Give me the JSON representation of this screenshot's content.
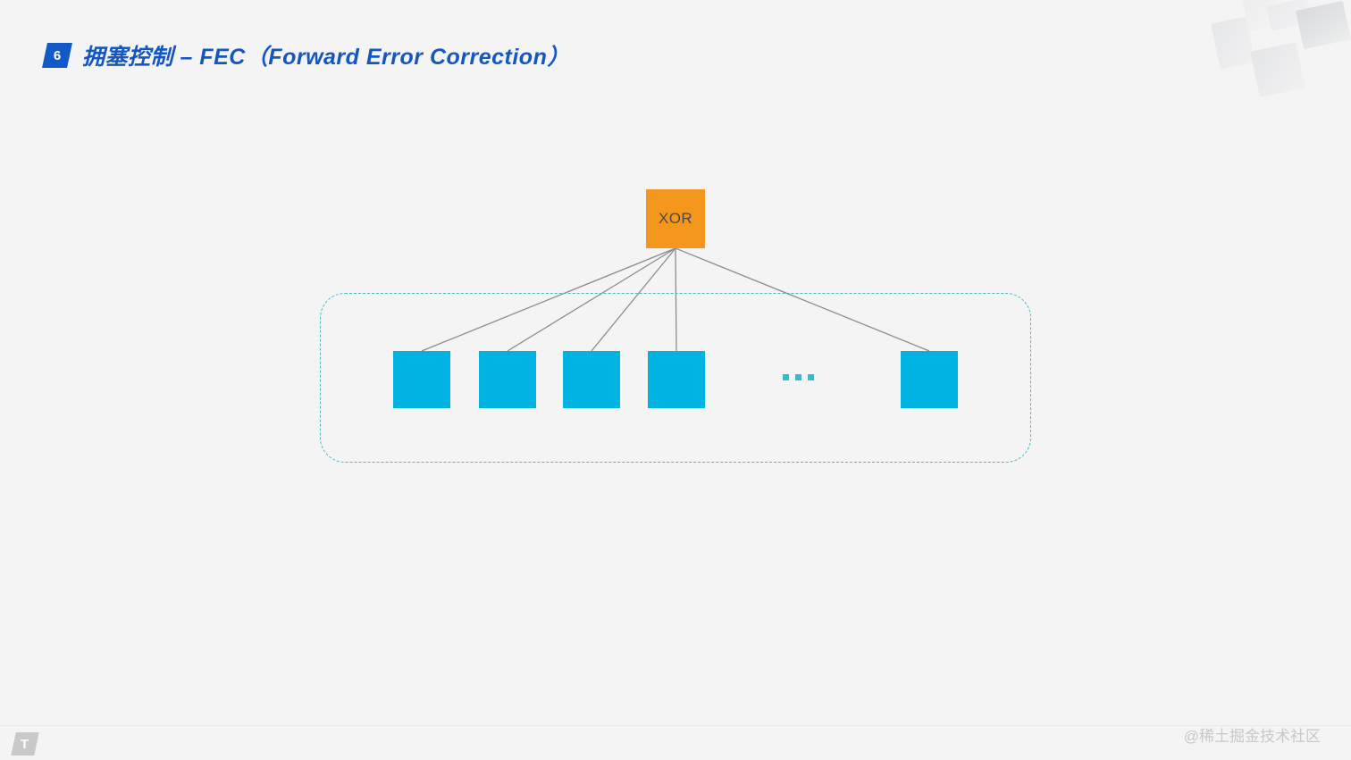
{
  "slide": {
    "background_color": "#f4f4f4",
    "title": {
      "badge_number": "6",
      "text": "拥塞控制 – FEC（Forward Error Correction）",
      "color": "#1557c0",
      "badge_color": "#1259c8"
    }
  },
  "diagram": {
    "type": "fec-xor-tree",
    "parity_node": {
      "label": "XOR",
      "color": "#f6971d",
      "text_color": "#4a4a48"
    },
    "group": {
      "border_color": "#4cb6c4",
      "border_style": "dashed",
      "label": ""
    },
    "packets": [
      {
        "label": "",
        "color": "#00b3e3"
      },
      {
        "label": "",
        "color": "#00b3e3"
      },
      {
        "label": "",
        "color": "#00b3e3"
      },
      {
        "label": "",
        "color": "#00b3e3"
      },
      {
        "label": "",
        "color": "#00b3e3"
      }
    ],
    "ellipsis": {
      "dots": 3,
      "color": "#3cb9c9"
    },
    "connector_color": "#8c8c8c",
    "connector_count": 5
  },
  "footer": {
    "brand_mark_letter": "T",
    "watermark": "@稀土掘金技术社区",
    "watermark_color": "#c8c8c8"
  },
  "decorations": {
    "corner_squares": 5,
    "corner_color": "#e6e7e9"
  }
}
